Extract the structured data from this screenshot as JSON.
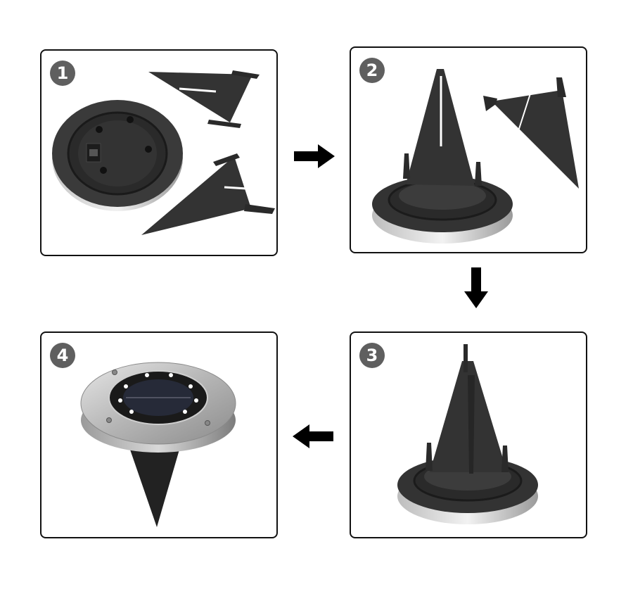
{
  "steps": [
    {
      "number": "1"
    },
    {
      "number": "2"
    },
    {
      "number": "3"
    },
    {
      "number": "4"
    }
  ],
  "colors": {
    "border": "#111111",
    "badge": "#5f5f5f",
    "plastic": "#2e2e2e",
    "steel": "#a9a9a9",
    "arrow": "#000000"
  }
}
